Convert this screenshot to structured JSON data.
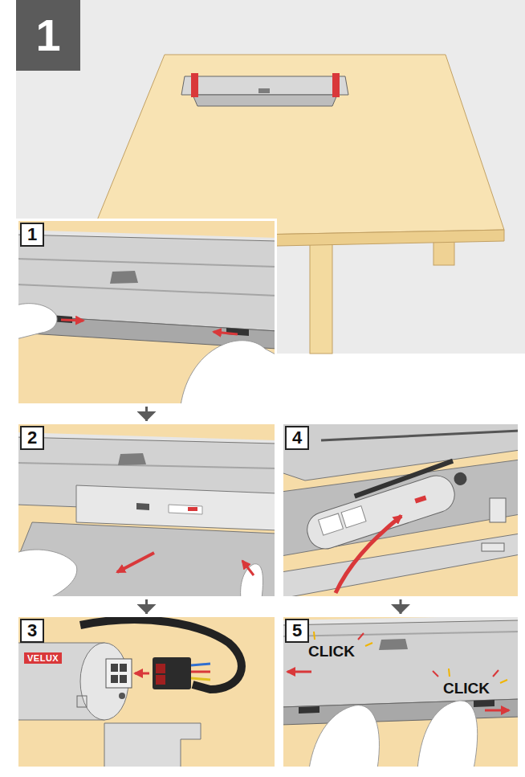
{
  "diagram": {
    "nodes": [
      {
        "text": [
          "1"
        ]
      },
      {
        "text": [
          "1"
        ],
        "in": 0
      },
      {
        "text": [
          "2"
        ],
        "in": 0
      },
      {
        "text": [
          "3"
        ],
        "in": 0
      },
      {
        "text": [
          "4"
        ],
        "in": 0
      },
      {
        "text": [
          "5"
        ],
        "in": 0
      }
    ],
    "edges": [
      {
        "from": 1,
        "to": 2,
        "arrow": "to"
      },
      {
        "from": 2,
        "to": 3,
        "arrow": "to"
      },
      {
        "from": 4,
        "to": 5,
        "arrow": "to"
      }
    ],
    "labels": [
      "VELUX",
      "CLICK",
      "CLICK"
    ]
  }
}
